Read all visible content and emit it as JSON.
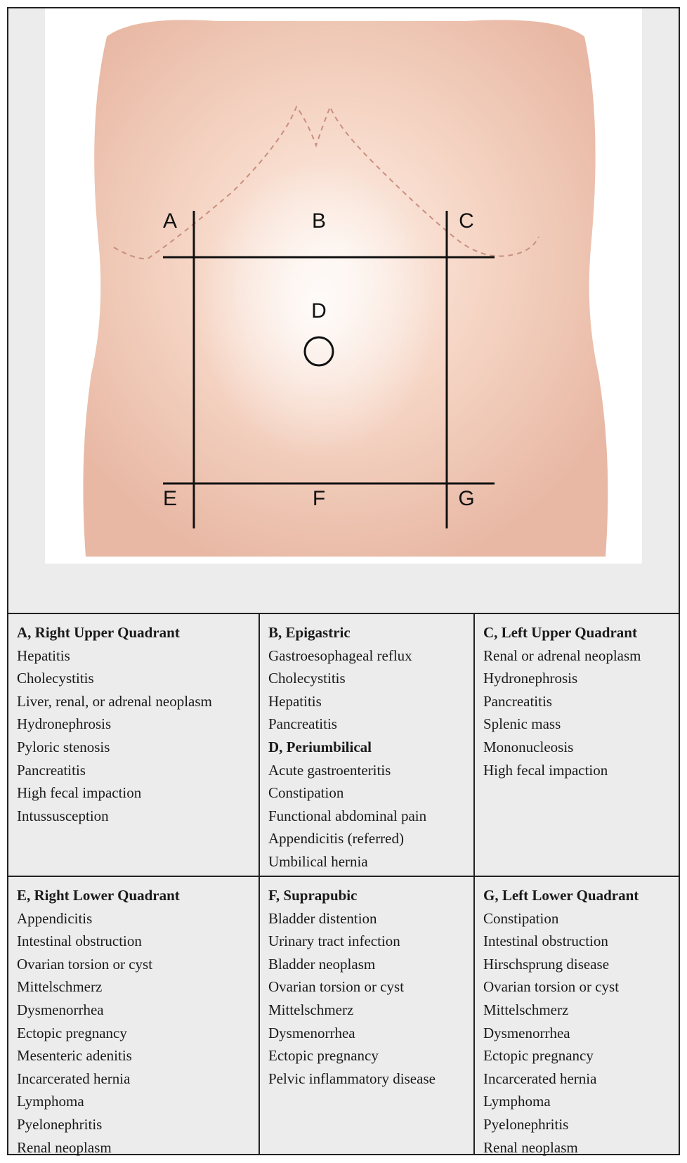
{
  "diagram": {
    "region_letters": [
      "A",
      "B",
      "C",
      "D",
      "E",
      "F",
      "G"
    ]
  },
  "cells": [
    {
      "sections": [
        {
          "heading": "A, Right Upper Quadrant",
          "items": [
            "Hepatitis",
            "Cholecystitis",
            "Liver, renal, or adrenal neoplasm",
            "Hydronephrosis",
            "Pyloric stenosis",
            "Pancreatitis",
            "High fecal impaction",
            "Intussusception"
          ]
        }
      ]
    },
    {
      "sections": [
        {
          "heading": "B, Epigastric",
          "items": [
            "Gastroesophageal reflux",
            "Cholecystitis",
            "Hepatitis",
            "Pancreatitis"
          ]
        },
        {
          "heading": "D, Periumbilical",
          "items": [
            "Acute gastroenteritis",
            "Constipation",
            "Functional abdominal pain",
            "Appendicitis (referred)",
            "Umbilical hernia"
          ]
        }
      ]
    },
    {
      "sections": [
        {
          "heading": "C, Left Upper Quadrant",
          "items": [
            "Renal or adrenal neoplasm",
            "Hydronephrosis",
            "Pancreatitis",
            "Splenic mass",
            "Mononucleosis",
            "High fecal impaction"
          ]
        }
      ]
    },
    {
      "sections": [
        {
          "heading": "E, Right Lower Quadrant",
          "items": [
            "Appendicitis",
            "Intestinal obstruction",
            "Ovarian torsion or cyst",
            "Mittelschmerz",
            "Dysmenorrhea",
            "Ectopic pregnancy",
            "Mesenteric adenitis",
            "Incarcerated hernia",
            "Lymphoma",
            "Pyelonephritis",
            "Renal neoplasm"
          ]
        }
      ]
    },
    {
      "sections": [
        {
          "heading": "F, Suprapubic",
          "items": [
            "Bladder distention",
            "Urinary tract infection",
            "Bladder neoplasm",
            "Ovarian torsion or cyst",
            "Mittelschmerz",
            "Dysmenorrhea",
            "Ectopic pregnancy",
            "Pelvic inflammatory disease"
          ]
        }
      ]
    },
    {
      "sections": [
        {
          "heading": "G, Left Lower Quadrant",
          "items": [
            "Constipation",
            "Intestinal obstruction",
            "Hirschsprung disease",
            "Ovarian torsion or cyst",
            "Mittelschmerz",
            "Dysmenorrhea",
            "Ectopic pregnancy",
            "Incarcerated hernia",
            "Lymphoma",
            "Pyelonephritis",
            "Renal neoplasm"
          ]
        }
      ]
    }
  ]
}
